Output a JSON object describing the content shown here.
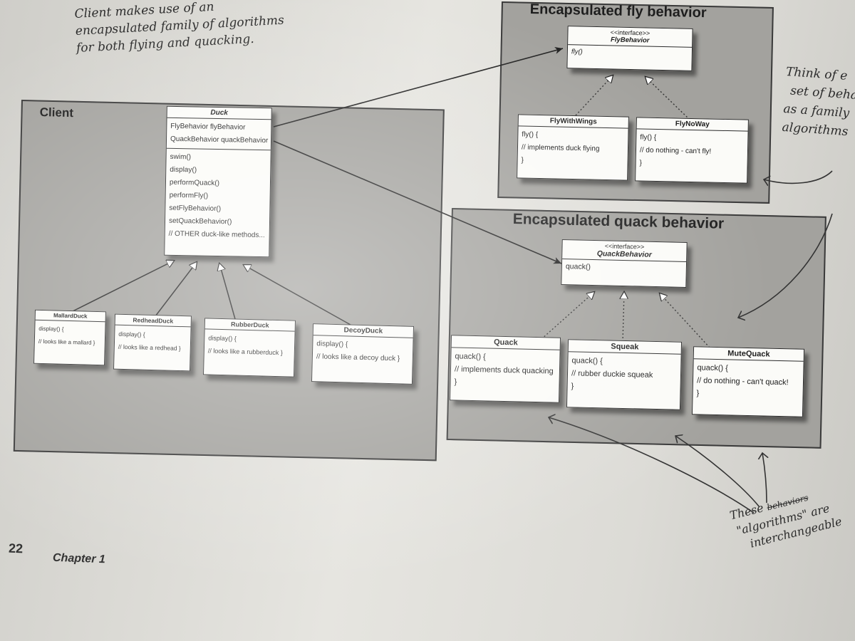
{
  "annotations": {
    "top_left": [
      "Client makes use of an",
      "encapsulated family of algorithms",
      "for both flying and quacking."
    ],
    "right_top": [
      "Think of e",
      "set of beha",
      "as a family",
      "algorithms"
    ],
    "bottom_right_prefix": "These ",
    "bottom_right_struck": "behaviors",
    "bottom_right_rest": [
      "\"algorithms\" are",
      "interchangeable"
    ]
  },
  "panels": {
    "client": "Client",
    "fly": "Encapsulated fly behavior",
    "quack": "Encapsulated quack behavior"
  },
  "classes": {
    "duck": {
      "name": "Duck",
      "fields": [
        "FlyBehavior flyBehavior",
        "QuackBehavior quackBehavior"
      ],
      "methods": [
        "swim()",
        "display()",
        "performQuack()",
        "performFly()",
        "setFlyBehavior()",
        "setQuackBehavior()",
        "// OTHER duck-like methods..."
      ]
    },
    "mallard": {
      "name": "MallardDuck",
      "body": [
        "display() {",
        "// looks like a mallard }"
      ]
    },
    "redhead": {
      "name": "RedheadDuck",
      "body": [
        "display() {",
        "// looks like a redhead }"
      ]
    },
    "rubber": {
      "name": "RubberDuck",
      "body": [
        "display() {",
        "// looks like a rubberduck }"
      ]
    },
    "decoy": {
      "name": "DecoyDuck",
      "body": [
        "display() {",
        "// looks like a decoy duck }"
      ]
    },
    "flybehavior": {
      "stereotype": "<<interface>>",
      "name": "FlyBehavior",
      "methods": [
        "fly()"
      ]
    },
    "flywithwings": {
      "name": "FlyWithWings",
      "body": [
        "fly() {",
        "// implements duck flying",
        "}"
      ]
    },
    "flynoway": {
      "name": "FlyNoWay",
      "body": [
        "fly() {",
        "// do nothing - can't fly!",
        "}"
      ]
    },
    "quackbehavior": {
      "stereotype": "<<interface>>",
      "name": "QuackBehavior",
      "methods": [
        "quack()"
      ]
    },
    "quack": {
      "name": "Quack",
      "body": [
        "quack() {",
        "// implements duck quacking",
        "}"
      ]
    },
    "squeak": {
      "name": "Squeak",
      "body": [
        "quack() {",
        "// rubber duckie squeak",
        "}"
      ]
    },
    "mutequack": {
      "name": "MuteQuack",
      "body": [
        "quack() {",
        "// do nothing - can't quack!",
        "}"
      ]
    }
  },
  "footer": {
    "page_number": "22",
    "chapter": "Chapter 1"
  }
}
